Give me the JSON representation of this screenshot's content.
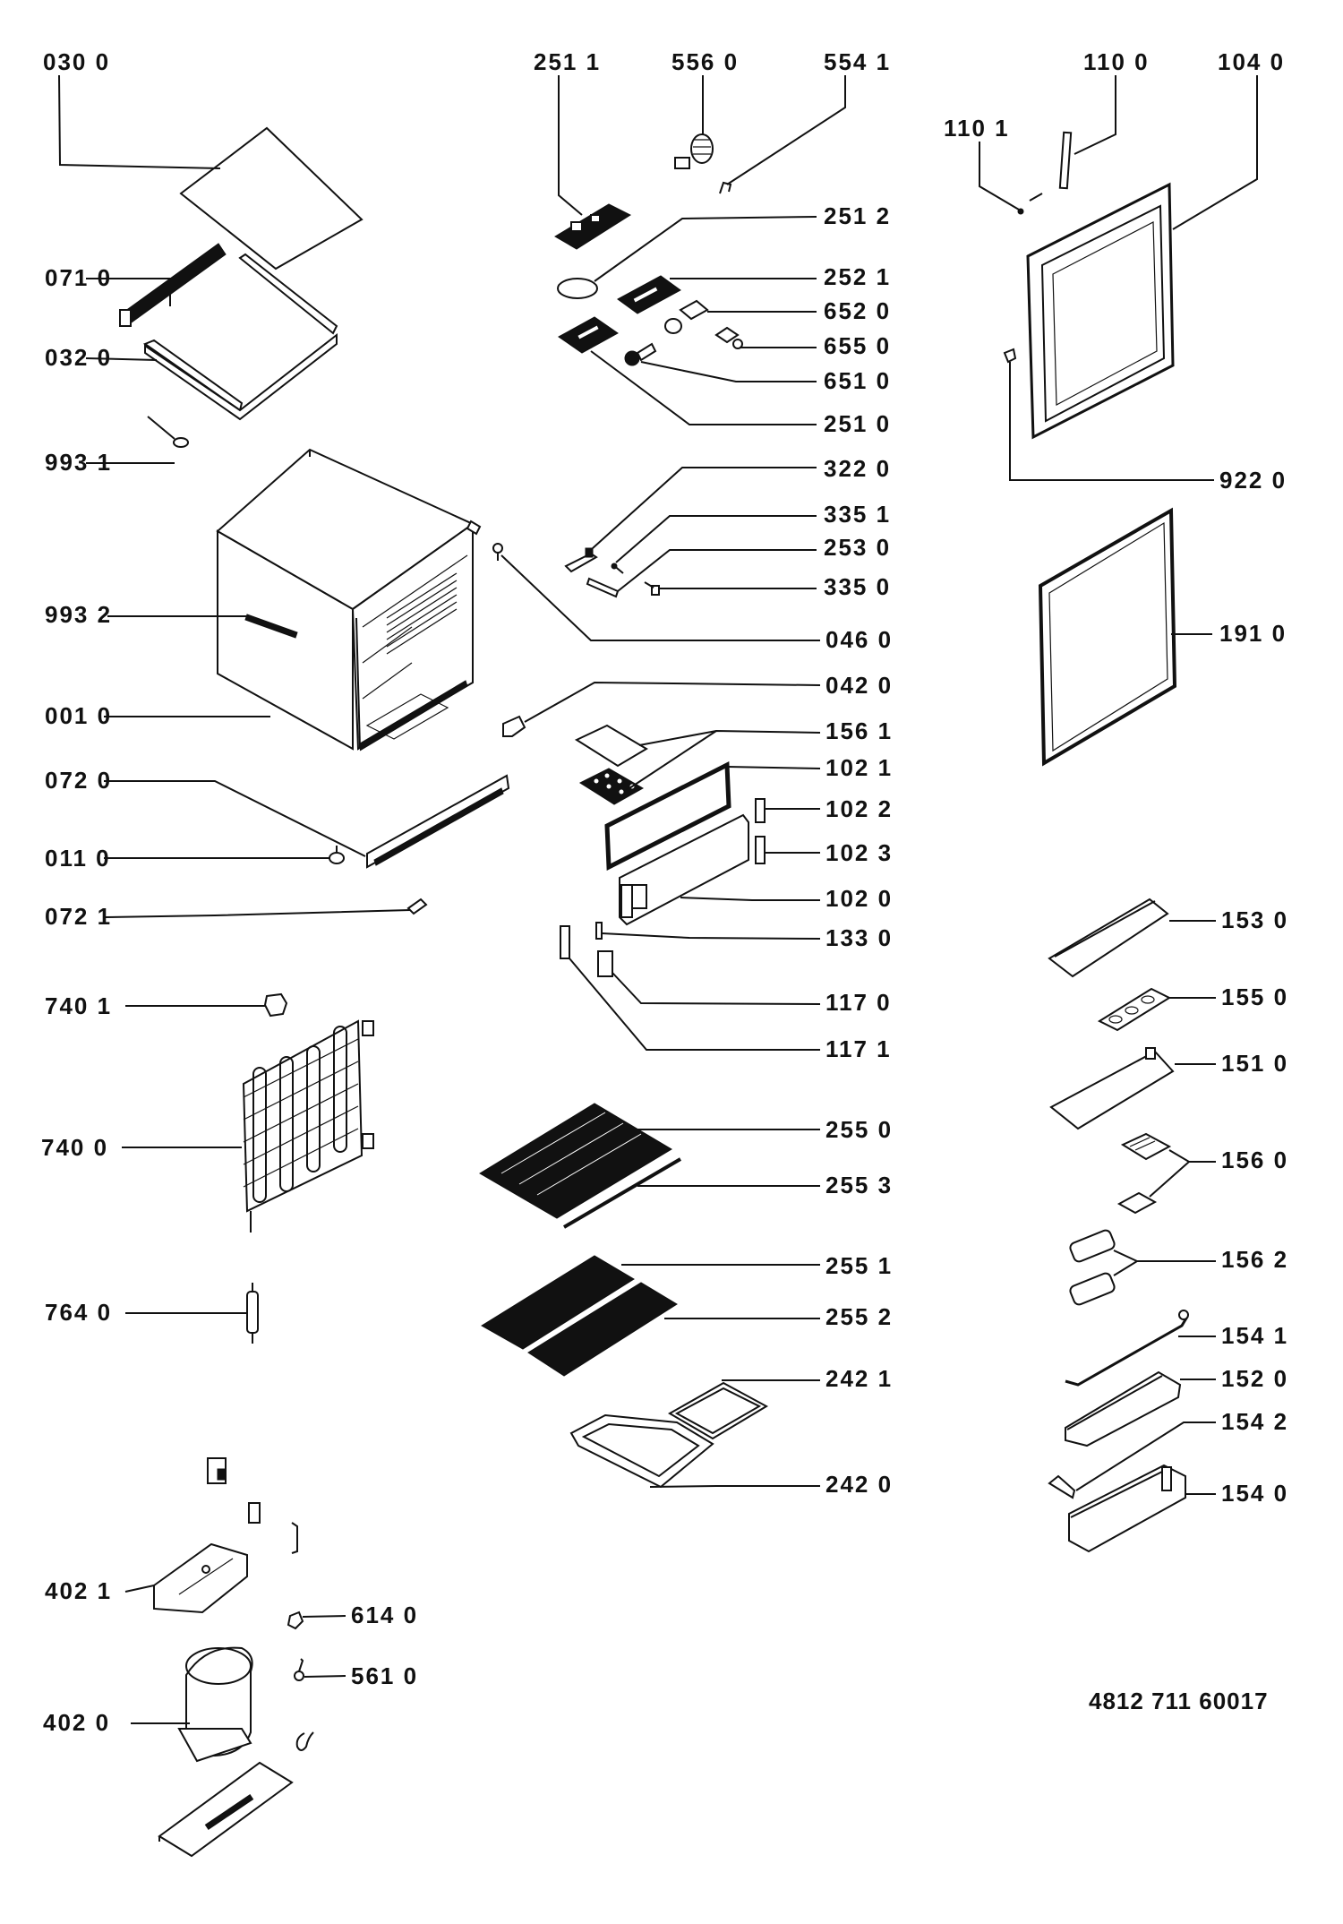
{
  "diagram": {
    "title": "Refrigerator exploded parts view",
    "document_number": "4812 711 60017",
    "labels": {
      "p0300": "030 0",
      "p2511": "251 1",
      "p5560": "556 0",
      "p5541": "554 1",
      "p1100": "110 0",
      "p1040": "104 0",
      "p1101": "110 1",
      "p2512": "251 2",
      "p0710": "071 0",
      "p2521": "252 1",
      "p6520": "652 0",
      "p0320": "032 0",
      "p6550": "655 0",
      "p6510": "651 0",
      "p2510": "251 0",
      "p9931": "993 1",
      "p3220": "322 0",
      "p9220": "922 0",
      "p3351": "335 1",
      "p2530": "253 0",
      "p3350": "335 0",
      "p9932": "993 2",
      "p0460": "046 0",
      "p1910": "191 0",
      "p0420": "042 0",
      "p0010": "001 0",
      "p1561": "156 1",
      "p1021": "102 1",
      "p0720": "072 0",
      "p1022": "102 2",
      "p1023": "102 3",
      "p0110": "011 0",
      "p1020": "102 0",
      "p0721": "072 1",
      "p1530": "153 0",
      "p1330": "133 0",
      "p7401": "740 1",
      "p1550": "155 0",
      "p1170": "117 0",
      "p1171": "117 1",
      "p1510": "151 0",
      "p2550": "255 0",
      "p7400": "740 0",
      "p1560": "156 0",
      "p2553": "255 3",
      "p2551": "255 1",
      "p1562": "156 2",
      "p7640": "764 0",
      "p2552": "255 2",
      "p1541": "154 1",
      "p2421": "242 1",
      "p1520": "152 0",
      "p1542": "154 2",
      "p2420": "242 0",
      "p1540": "154 0",
      "p4021": "402 1",
      "p6140": "614 0",
      "p5610": "561 0",
      "p4020": "402 0"
    }
  }
}
